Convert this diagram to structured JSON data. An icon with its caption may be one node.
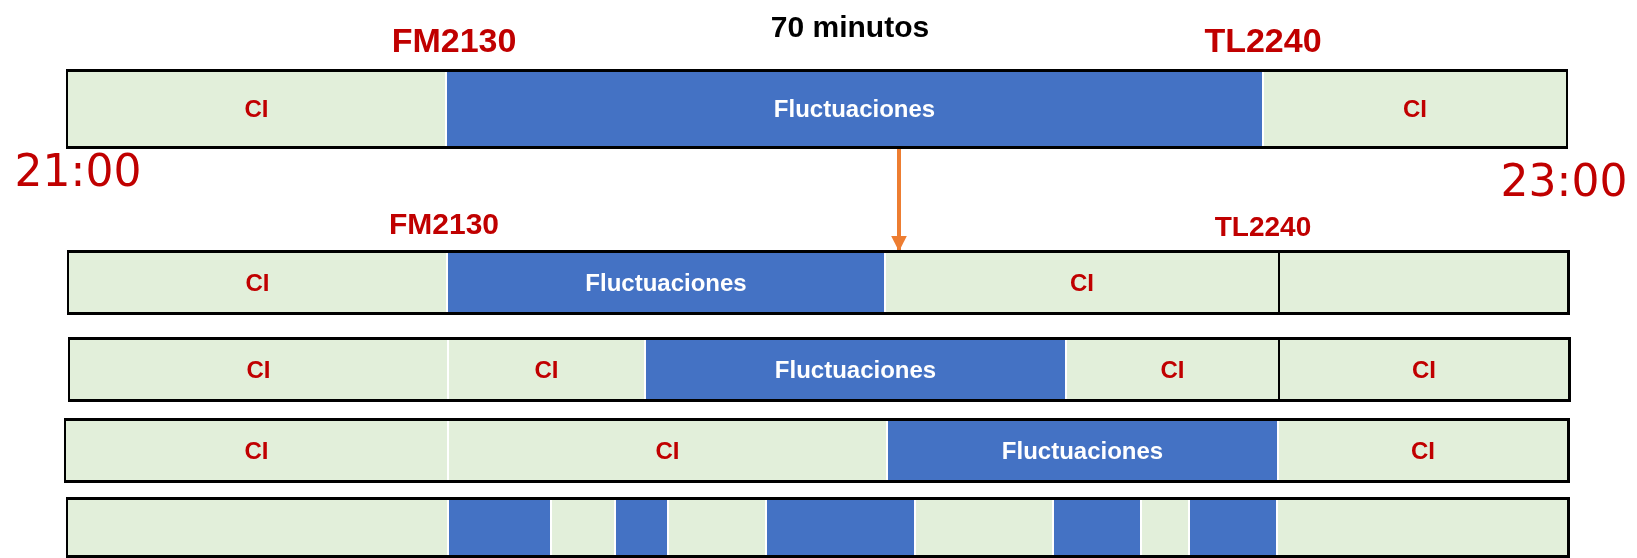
{
  "diagram": {
    "nodes": [
      {
        "text": [
          "CI"
        ]
      },
      {
        "text": [
          "Fluctuaciones"
        ]
      },
      {
        "text": [
          "CI"
        ]
      },
      {
        "text": [
          "CI"
        ]
      },
      {
        "text": [
          "Fluctuaciones"
        ]
      },
      {
        "text": [
          "CI"
        ]
      },
      {
        "text": [],
        "shape": "bar"
      },
      {
        "text": [
          "CI"
        ]
      },
      {
        "text": [
          "CI"
        ]
      },
      {
        "text": [
          "Fluctuaciones"
        ]
      },
      {
        "text": [
          "CI"
        ]
      },
      {
        "text": [
          "CI"
        ]
      },
      {
        "text": [
          "CI"
        ]
      },
      {
        "text": [
          "CI"
        ]
      },
      {
        "text": [
          "Fluctuaciones"
        ]
      },
      {
        "text": [
          "CI"
        ]
      },
      {
        "text": [],
        "shape": "bar"
      },
      {
        "text": [],
        "shape": "bar"
      },
      {
        "text": [],
        "shape": "bar"
      },
      {
        "text": [],
        "shape": "bar"
      },
      {
        "text": [],
        "shape": "bar"
      },
      {
        "text": [],
        "shape": "bar"
      },
      {
        "text": [],
        "shape": "bar"
      },
      {
        "text": [],
        "shape": "bar"
      },
      {
        "text": [],
        "shape": "bar"
      },
      {
        "text": [],
        "shape": "bar"
      },
      {
        "text": [],
        "shape": "bar"
      }
    ],
    "edges": [
      {
        "from": 1,
        "to": 5,
        "arrow": "to"
      }
    ],
    "labels": [
      "70 minutos",
      "FM2130",
      "TL2240",
      "21:00",
      "23:00",
      "FM2130",
      "TL2240"
    ]
  }
}
